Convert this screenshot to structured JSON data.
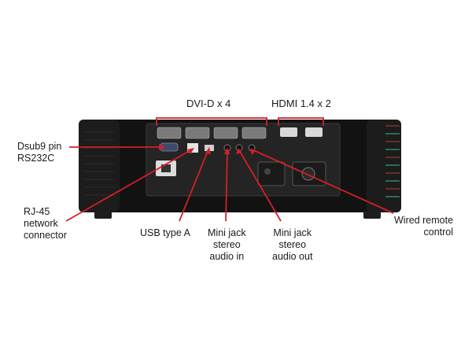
{
  "labels": {
    "dvi": "DVI-D x 4",
    "hdmi": "HDMI 1.4 x 2",
    "dsub": "Dsub9 pin\nRS232C",
    "rj45": "RJ-45\nnetwork\nconnector",
    "usb": "USB type A",
    "audio_in": "Mini jack\nstereo\naudio in",
    "audio_out": "Mini jack\nstereo\naudio out",
    "remote": "Wired remote\ncontrol"
  },
  "colors": {
    "callout": "#d41f26",
    "body": "#121212",
    "panel": "#2a2a2a",
    "text": "#1a1a1a"
  }
}
